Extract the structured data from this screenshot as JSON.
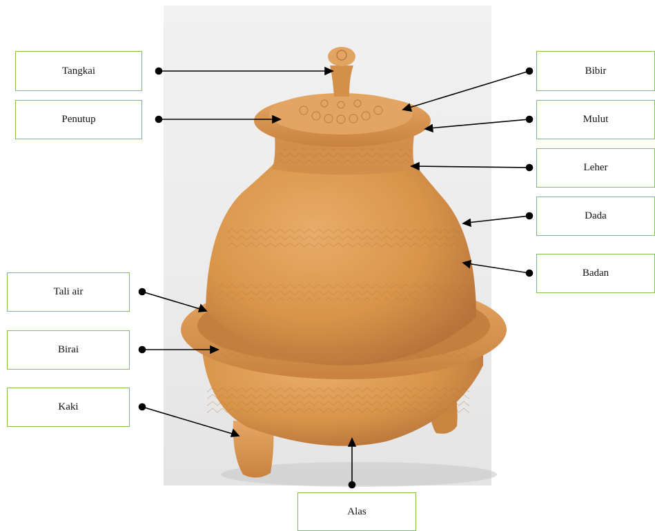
{
  "labels": {
    "tangkai": "Tangkai",
    "penutup": "Penutup",
    "tali_air": "Tali air",
    "birai": "Birai",
    "kaki": "Kaki",
    "bibir": "Bibir",
    "mulut": "Mulut",
    "leher": "Leher",
    "dada": "Dada",
    "badan": "Badan",
    "alas": "Alas"
  },
  "colors": {
    "label_border": "#7ec24a",
    "pot": "#d9944a",
    "pot_dark": "#b8733a",
    "pot_light": "#e8ad6a"
  }
}
